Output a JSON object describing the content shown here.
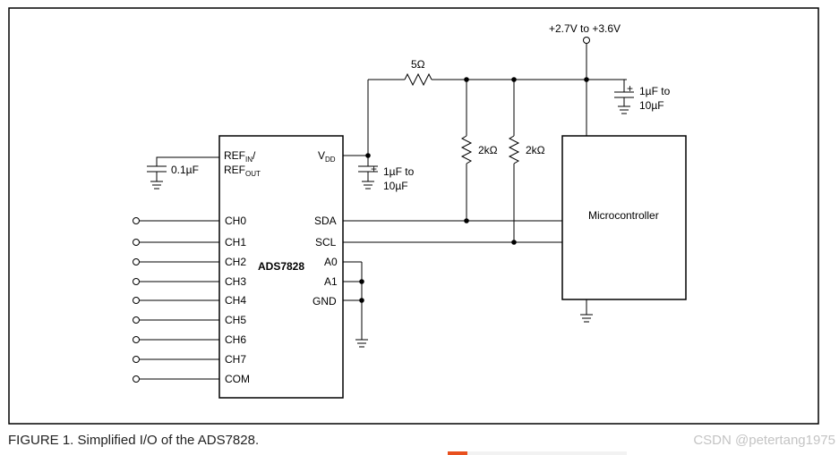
{
  "supply": {
    "voltage": "+2.7V to +3.6V"
  },
  "components": {
    "resistor_series": "5Ω",
    "pullup_sda": "2kΩ",
    "pullup_scl": "2kΩ",
    "cap_ref": "0.1µF",
    "cap_vdd_line1": "1µF to",
    "cap_vdd_line2": "10µF",
    "cap_supply_line1": "1µF to",
    "cap_supply_line2": "10µF",
    "cap_polarity": "+"
  },
  "chip": {
    "name": "ADS7828",
    "pins_left": [
      "CH0",
      "CH1",
      "CH2",
      "CH3",
      "CH4",
      "CH5",
      "CH6",
      "CH7",
      "COM"
    ],
    "ref_in": {
      "main": "REF",
      "sub": "IN",
      "suffix": "/"
    },
    "ref_out": {
      "main": "REF",
      "sub": "OUT"
    },
    "vdd": {
      "main": "V",
      "sub": "DD"
    },
    "pins_right": [
      "SDA",
      "SCL",
      "A0",
      "A1",
      "GND"
    ]
  },
  "microcontroller": {
    "label": "Microcontroller"
  },
  "caption": "FIGURE 1. Simplified I/O of the ADS7828.",
  "watermark": "CSDN @petertang1975"
}
